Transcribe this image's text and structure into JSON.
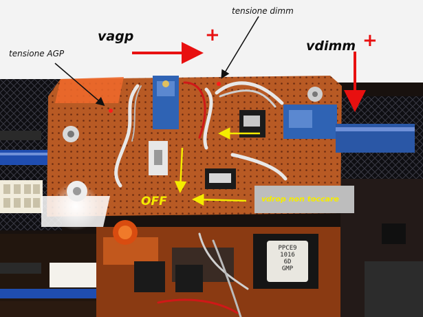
{
  "annotations": {
    "tensione_dimm": "tensione dimm",
    "tensione_agp": "tensione AGP",
    "vagp": "vagp",
    "vdimm": "vdimm",
    "plus_vagp": "+",
    "plus_vdimm": "+",
    "off": "OFF",
    "vdrop": "vdrop non toccare"
  },
  "chip": {
    "line1": "PPCE9",
    "line2": "1016",
    "line3": "6D",
    "line4": "GMP"
  },
  "colors": {
    "background": "#f3f3f3",
    "red_arrow": "#e81010",
    "yellow_arrow": "#f4ec00",
    "black_arrow": "#111111",
    "pcb_orange": "#b2501c",
    "trimmer_blue": "#2f63b4"
  },
  "icons": {
    "red_arrow": "arrow-right",
    "down_arrow": "arrow-down",
    "yellow_arrows": "arrow-left"
  }
}
